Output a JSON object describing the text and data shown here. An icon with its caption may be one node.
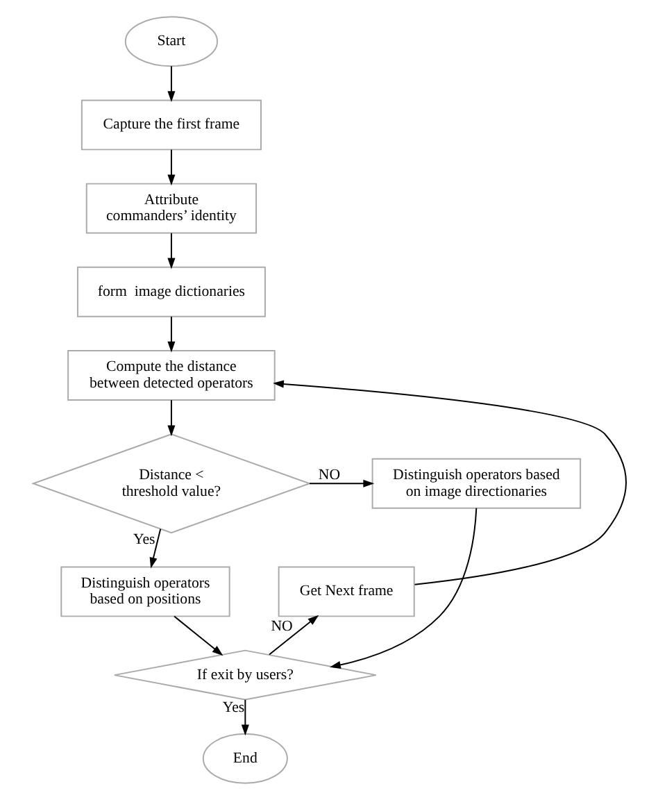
{
  "diagram": {
    "nodes": [
      {
        "text": [
          "Start"
        ]
      },
      {
        "text": [
          "Capture the first frame"
        ]
      },
      {
        "text": [
          "Attribute commanders’ identity"
        ]
      },
      {
        "text": [
          "form  image dictionaries"
        ]
      },
      {
        "text": [
          "Compute the distance between detected operators"
        ]
      },
      {
        "text": [
          "Distance < threshold value?"
        ]
      },
      {
        "text": [
          "Distinguish operators based on image directionaries"
        ]
      },
      {
        "text": [
          "Distinguish operators based on positions"
        ]
      },
      {
        "text": [
          "If exit by users?"
        ]
      },
      {
        "text": [
          "End"
        ]
      },
      {
        "text": [
          "Get Next frame"
        ]
      }
    ],
    "edges": [
      {
        "from": 0,
        "to": 1,
        "arrow": "to"
      },
      {
        "from": 1,
        "to": 2,
        "arrow": "to"
      },
      {
        "from": 2,
        "to": 3,
        "arrow": "to"
      },
      {
        "from": 3,
        "to": 4,
        "arrow": "to"
      },
      {
        "from": 4,
        "to": 5,
        "arrow": "to"
      },
      {
        "from": 5,
        "to": 6,
        "arrow": "to",
        "label": "NO"
      },
      {
        "from": 5,
        "to": 7,
        "arrow": "to",
        "label": "Yes"
      },
      {
        "from": 7,
        "to": 8,
        "arrow": "to"
      },
      {
        "from": 6,
        "to": 8,
        "arrow": "to"
      },
      {
        "from": 8,
        "to": 9,
        "arrow": "to",
        "label": "Yes"
      },
      {
        "from": 8,
        "to": 10,
        "arrow": "to",
        "label": "NO"
      },
      {
        "from": 10,
        "to": 4,
        "arrow": "to"
      }
    ]
  }
}
